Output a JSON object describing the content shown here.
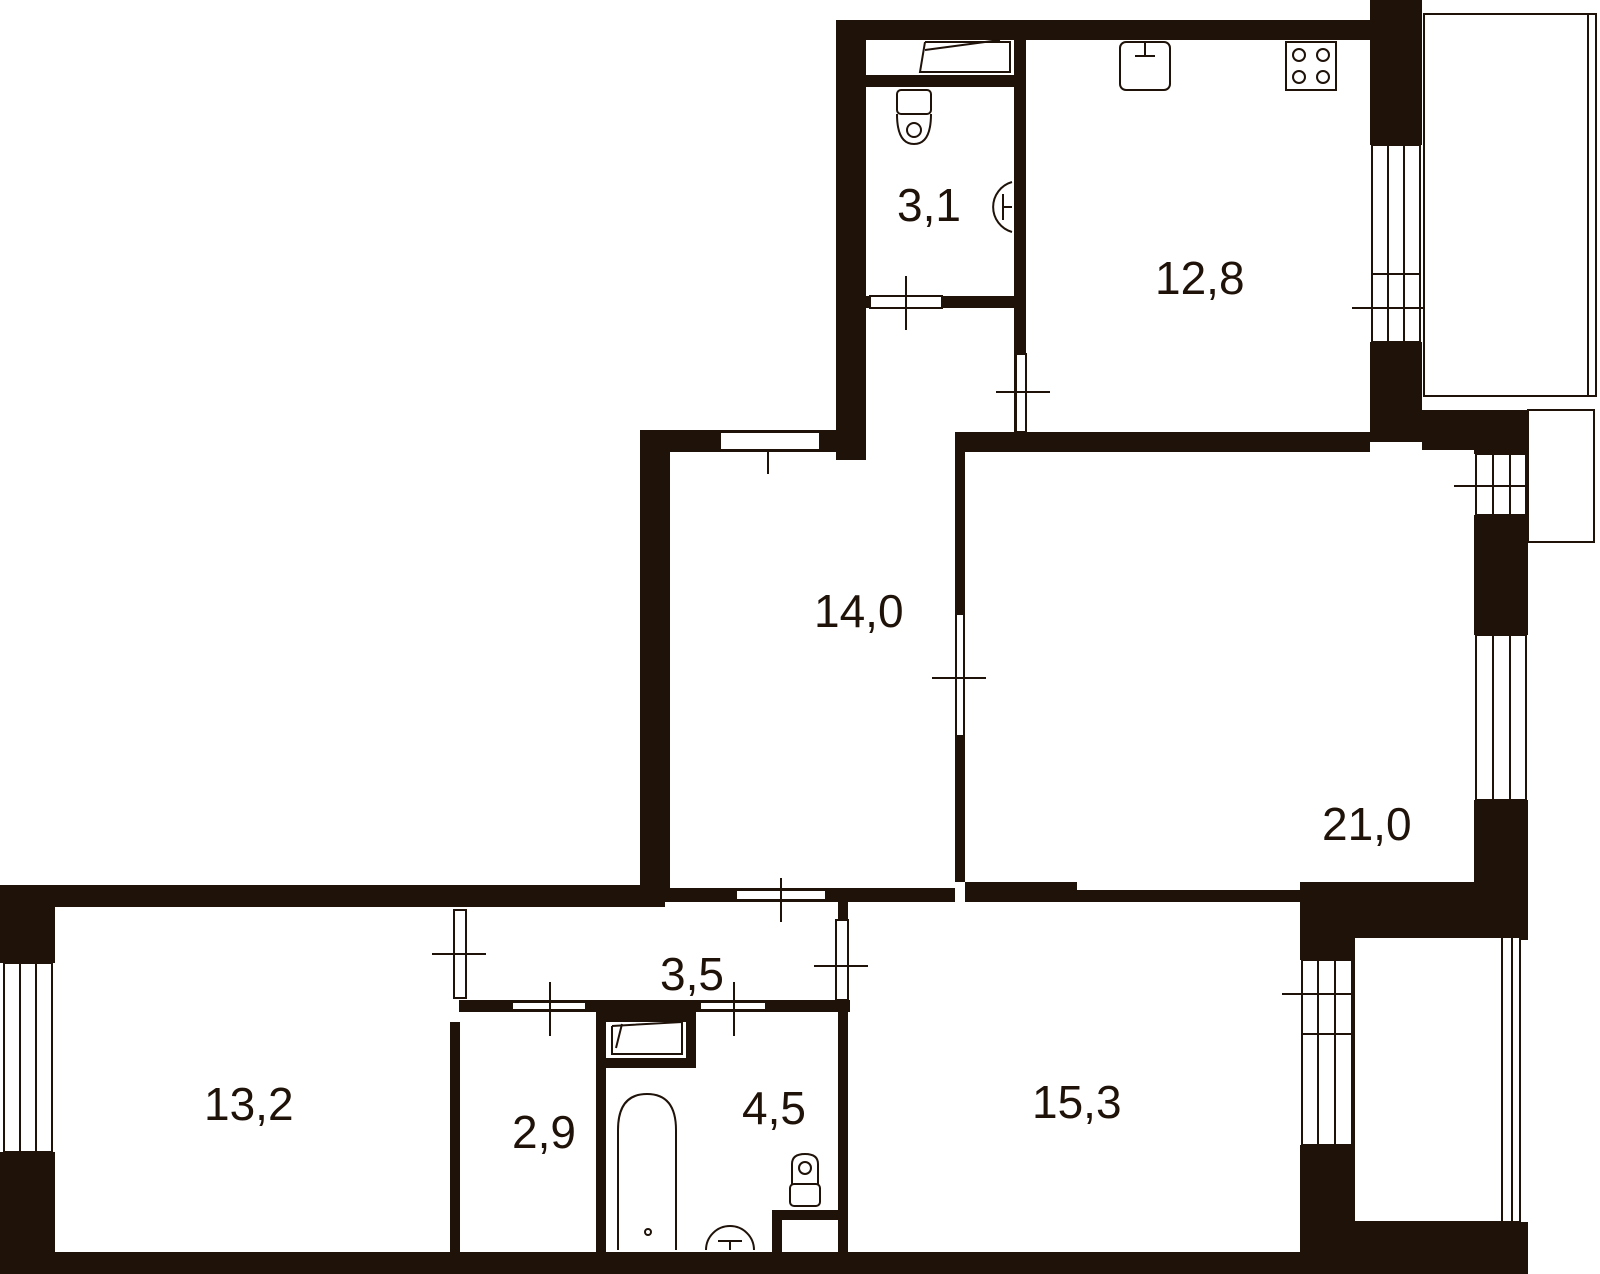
{
  "plan": {
    "colors": {
      "wall": "#1f1209",
      "background": "#ffffff"
    },
    "rooms": [
      {
        "id": "wc",
        "area": "3,1"
      },
      {
        "id": "kitchen",
        "area": "12,8"
      },
      {
        "id": "hall",
        "area": "14,0"
      },
      {
        "id": "living",
        "area": "21,0"
      },
      {
        "id": "corridor",
        "area": "3,5"
      },
      {
        "id": "bedroom-left",
        "area": "13,2"
      },
      {
        "id": "storage",
        "area": "2,9"
      },
      {
        "id": "bathroom",
        "area": "4,5"
      },
      {
        "id": "bedroom-right",
        "area": "15,3"
      }
    ],
    "fixtures": [
      "toilet-icon",
      "sink-icon",
      "stove-icon",
      "bathtub-icon",
      "toilet-icon",
      "sink-icon",
      "boiler-icon"
    ]
  }
}
